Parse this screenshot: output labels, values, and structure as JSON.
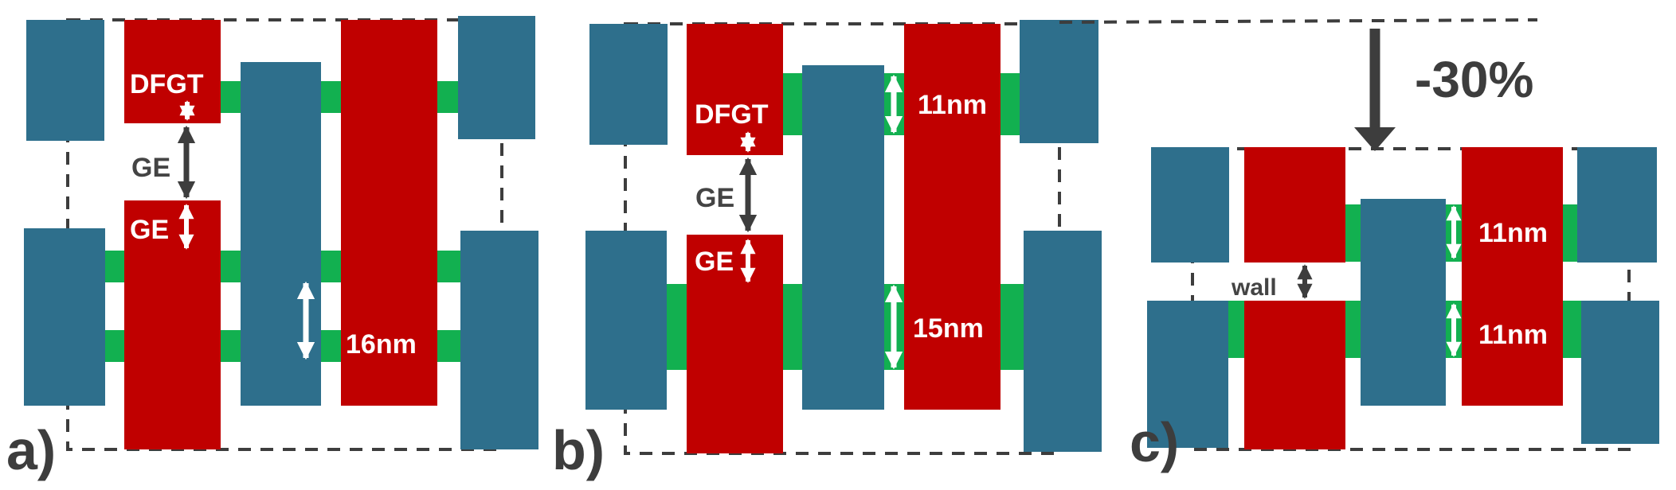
{
  "colors": {
    "blue": "#2e6f8c",
    "red": "#c00000",
    "green": "#12b050",
    "dark": "#3d3d3d",
    "white": "#ffffff"
  },
  "panels": {
    "a": {
      "label": "a)",
      "dfgt_label": "DFGT",
      "ge_label": "GE",
      "ge_small_label": "GE",
      "dim_label": "16nm"
    },
    "b": {
      "label": "b)",
      "dfgt_label": "DFGT",
      "ge_label": "GE",
      "ge_small_label": "GE",
      "dim_top_label": "11nm",
      "dim_bottom_label": "15nm"
    },
    "c": {
      "label": "c)",
      "wall_label": "wall",
      "dim_top_label": "11nm",
      "dim_bottom_label": "11nm",
      "reduction_label": "-30%"
    }
  }
}
